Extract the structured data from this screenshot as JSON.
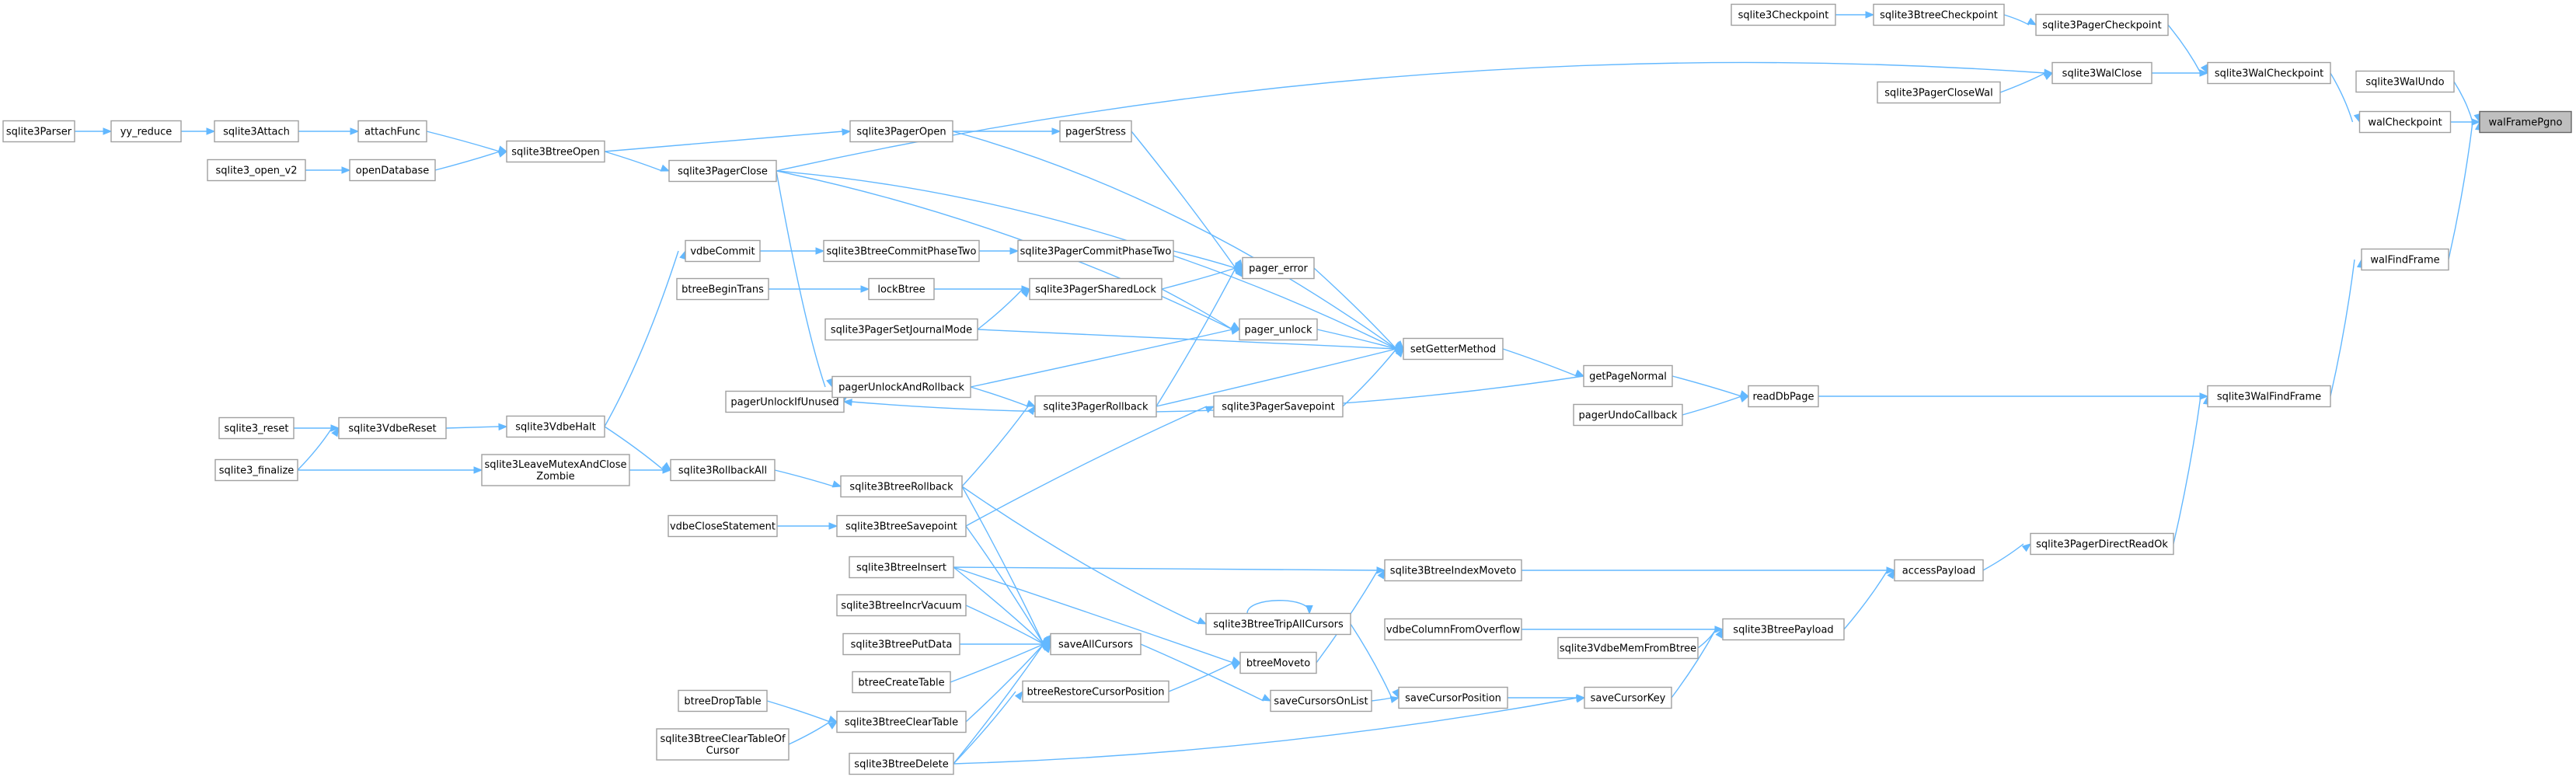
{
  "root": "walFramePgno",
  "nodes": [
    {
      "id": "walFramePgno",
      "label": [
        "walFramePgno"
      ],
      "root": true
    },
    {
      "id": "sqlite3WalUndo",
      "label": [
        "sqlite3WalUndo"
      ]
    },
    {
      "id": "walCheckpoint",
      "label": [
        "walCheckpoint"
      ]
    },
    {
      "id": "walFindFrame",
      "label": [
        "walFindFrame"
      ]
    },
    {
      "id": "sqlite3WalCheckpoint",
      "label": [
        "sqlite3WalCheckpoint"
      ]
    },
    {
      "id": "sqlite3WalClose",
      "label": [
        "sqlite3WalClose"
      ]
    },
    {
      "id": "sqlite3PagerCheckpoint",
      "label": [
        "sqlite3PagerCheckpoint"
      ]
    },
    {
      "id": "sqlite3BtreeCheckpoint",
      "label": [
        "sqlite3BtreeCheckpoint"
      ]
    },
    {
      "id": "sqlite3Checkpoint",
      "label": [
        "sqlite3Checkpoint"
      ]
    },
    {
      "id": "sqlite3PagerCloseWal",
      "label": [
        "sqlite3PagerCloseWal"
      ]
    },
    {
      "id": "sqlite3WalFindFrame",
      "label": [
        "sqlite3WalFindFrame"
      ]
    },
    {
      "id": "readDbPage",
      "label": [
        "readDbPage"
      ]
    },
    {
      "id": "sqlite3PagerDirectReadOk",
      "label": [
        "sqlite3PagerDirectReadOk"
      ]
    },
    {
      "id": "getPageNormal",
      "label": [
        "getPageNormal"
      ]
    },
    {
      "id": "pagerUndoCallback",
      "label": [
        "pagerUndoCallback"
      ]
    },
    {
      "id": "accessPayload",
      "label": [
        "accessPayload"
      ]
    },
    {
      "id": "setGetterMethod",
      "label": [
        "setGetterMethod"
      ]
    },
    {
      "id": "pagerUnlockIfUnused",
      "label": [
        "pagerUnlockIfUnused"
      ]
    },
    {
      "id": "sqlite3BtreeIndexMoveto",
      "label": [
        "sqlite3BtreeIndexMoveto"
      ]
    },
    {
      "id": "sqlite3BtreePayload",
      "label": [
        "sqlite3BtreePayload"
      ]
    },
    {
      "id": "vdbeColumnFromOverflow",
      "label": [
        "vdbeColumnFromOverflow"
      ]
    },
    {
      "id": "sqlite3VdbeMemFromBtree",
      "label": [
        "sqlite3VdbeMemFromBtree"
      ]
    },
    {
      "id": "saveCursorKey",
      "label": [
        "saveCursorKey"
      ]
    },
    {
      "id": "saveCursorPosition",
      "label": [
        "saveCursorPosition"
      ]
    },
    {
      "id": "saveCursorsOnList",
      "label": [
        "saveCursorsOnList"
      ]
    },
    {
      "id": "sqlite3PagerClose",
      "label": [
        "sqlite3PagerClose"
      ]
    },
    {
      "id": "sqlite3PagerOpen",
      "label": [
        "sqlite3PagerOpen"
      ]
    },
    {
      "id": "pagerStress",
      "label": [
        "pagerStress"
      ]
    },
    {
      "id": "pager_error",
      "label": [
        "pager_error"
      ]
    },
    {
      "id": "pager_unlock",
      "label": [
        "pager_unlock"
      ]
    },
    {
      "id": "sqlite3PagerCommitPhaseTwo",
      "label": [
        "sqlite3PagerCommitPhaseTwo"
      ]
    },
    {
      "id": "sqlite3PagerSharedLock",
      "label": [
        "sqlite3PagerSharedLock"
      ]
    },
    {
      "id": "sqlite3PagerRollback",
      "label": [
        "sqlite3PagerRollback"
      ]
    },
    {
      "id": "sqlite3PagerSavepoint",
      "label": [
        "sqlite3PagerSavepoint"
      ]
    },
    {
      "id": "sqlite3BtreeTripAllCursors",
      "label": [
        "sqlite3BtreeTripAllCursors"
      ]
    },
    {
      "id": "btreeMoveto",
      "label": [
        "btreeMoveto"
      ]
    },
    {
      "id": "btreeRestoreCursorPosition",
      "label": [
        "btreeRestoreCursorPosition"
      ]
    },
    {
      "id": "saveAllCursors",
      "label": [
        "saveAllCursors"
      ]
    },
    {
      "id": "sqlite3BtreeCommitPhaseTwo",
      "label": [
        "sqlite3BtreeCommitPhaseTwo"
      ]
    },
    {
      "id": "lockBtree",
      "label": [
        "lockBtree"
      ]
    },
    {
      "id": "sqlite3PagerSetJournalMode",
      "label": [
        "sqlite3PagerSetJournalMode"
      ]
    },
    {
      "id": "pagerUnlockAndRollback",
      "label": [
        "pagerUnlockAndRollback"
      ]
    },
    {
      "id": "sqlite3BtreeOpen",
      "label": [
        "sqlite3BtreeOpen"
      ]
    },
    {
      "id": "attachFunc",
      "label": [
        "attachFunc"
      ]
    },
    {
      "id": "sqlite3Attach",
      "label": [
        "sqlite3Attach"
      ]
    },
    {
      "id": "yy_reduce",
      "label": [
        "yy_reduce"
      ]
    },
    {
      "id": "sqlite3Parser",
      "label": [
        "sqlite3Parser"
      ]
    },
    {
      "id": "openDatabase",
      "label": [
        "openDatabase"
      ]
    },
    {
      "id": "sqlite3_open_v2",
      "label": [
        "sqlite3_open_v2"
      ]
    },
    {
      "id": "vdbeCommit",
      "label": [
        "vdbeCommit"
      ]
    },
    {
      "id": "btreeBeginTrans",
      "label": [
        "btreeBeginTrans"
      ]
    },
    {
      "id": "sqlite3VdbeHalt",
      "label": [
        "sqlite3VdbeHalt"
      ]
    },
    {
      "id": "sqlite3VdbeReset",
      "label": [
        "sqlite3VdbeReset"
      ]
    },
    {
      "id": "sqlite3_reset",
      "label": [
        "sqlite3_reset"
      ]
    },
    {
      "id": "sqlite3_finalize",
      "label": [
        "sqlite3_finalize"
      ]
    },
    {
      "id": "sqlite3LeaveMutexAndCloseZombie",
      "label": [
        "sqlite3LeaveMutexAndClose",
        "Zombie"
      ]
    },
    {
      "id": "sqlite3RollbackAll",
      "label": [
        "sqlite3RollbackAll"
      ]
    },
    {
      "id": "sqlite3BtreeRollback",
      "label": [
        "sqlite3BtreeRollback"
      ]
    },
    {
      "id": "sqlite3BtreeSavepoint",
      "label": [
        "sqlite3BtreeSavepoint"
      ]
    },
    {
      "id": "vdbeCloseStatement",
      "label": [
        "vdbeCloseStatement"
      ]
    },
    {
      "id": "sqlite3BtreeInsert",
      "label": [
        "sqlite3BtreeInsert"
      ]
    },
    {
      "id": "sqlite3BtreeIncrVacuum",
      "label": [
        "sqlite3BtreeIncrVacuum"
      ]
    },
    {
      "id": "sqlite3BtreePutData",
      "label": [
        "sqlite3BtreePutData"
      ]
    },
    {
      "id": "btreeCreateTable",
      "label": [
        "btreeCreateTable"
      ]
    },
    {
      "id": "sqlite3BtreeClearTable",
      "label": [
        "sqlite3BtreeClearTable"
      ]
    },
    {
      "id": "btreeDropTable",
      "label": [
        "btreeDropTable"
      ]
    },
    {
      "id": "sqlite3BtreeClearTableOfCursor",
      "label": [
        "sqlite3BtreeClearTableOf",
        "Cursor"
      ]
    },
    {
      "id": "sqlite3BtreeDelete",
      "label": [
        "sqlite3BtreeDelete"
      ]
    }
  ],
  "edges": [
    [
      "sqlite3WalUndo",
      "walFramePgno"
    ],
    [
      "walCheckpoint",
      "walFramePgno"
    ],
    [
      "walFindFrame",
      "walFramePgno"
    ],
    [
      "sqlite3WalCheckpoint",
      "walCheckpoint"
    ],
    [
      "sqlite3WalClose",
      "sqlite3WalCheckpoint"
    ],
    [
      "sqlite3PagerCheckpoint",
      "sqlite3WalCheckpoint"
    ],
    [
      "sqlite3BtreeCheckpoint",
      "sqlite3PagerCheckpoint"
    ],
    [
      "sqlite3Checkpoint",
      "sqlite3BtreeCheckpoint"
    ],
    [
      "sqlite3PagerCloseWal",
      "sqlite3WalClose"
    ],
    [
      "sqlite3PagerClose",
      "sqlite3WalClose"
    ],
    [
      "sqlite3WalFindFrame",
      "walFindFrame"
    ],
    [
      "readDbPage",
      "sqlite3WalFindFrame"
    ],
    [
      "sqlite3PagerDirectReadOk",
      "sqlite3WalFindFrame"
    ],
    [
      "getPageNormal",
      "readDbPage"
    ],
    [
      "pagerUndoCallback",
      "readDbPage"
    ],
    [
      "accessPayload",
      "sqlite3PagerDirectReadOk"
    ],
    [
      "setGetterMethod",
      "getPageNormal"
    ],
    [
      "getPageNormal",
      "pagerUnlockIfUnused"
    ],
    [
      "sqlite3BtreeIndexMoveto",
      "accessPayload"
    ],
    [
      "sqlite3BtreePayload",
      "accessPayload"
    ],
    [
      "vdbeColumnFromOverflow",
      "sqlite3BtreePayload"
    ],
    [
      "sqlite3VdbeMemFromBtree",
      "sqlite3BtreePayload"
    ],
    [
      "saveCursorKey",
      "sqlite3BtreePayload"
    ],
    [
      "saveCursorPosition",
      "saveCursorKey"
    ],
    [
      "saveCursorsOnList",
      "saveCursorPosition"
    ],
    [
      "sqlite3BtreeTripAllCursors",
      "saveCursorPosition"
    ],
    [
      "sqlite3BtreeDelete",
      "saveCursorKey"
    ],
    [
      "sqlite3PagerClose",
      "setGetterMethod"
    ],
    [
      "sqlite3PagerOpen",
      "setGetterMethod"
    ],
    [
      "pager_error",
      "setGetterMethod"
    ],
    [
      "pager_unlock",
      "setGetterMethod"
    ],
    [
      "sqlite3PagerRollback",
      "setGetterMethod"
    ],
    [
      "sqlite3PagerSavepoint",
      "setGetterMethod"
    ],
    [
      "sqlite3PagerSetJournalMode",
      "setGetterMethod"
    ],
    [
      "sqlite3PagerOpen",
      "pagerStress"
    ],
    [
      "pagerStress",
      "pager_error"
    ],
    [
      "sqlite3PagerCommitPhaseTwo",
      "pager_error"
    ],
    [
      "sqlite3PagerSharedLock",
      "pager_error"
    ],
    [
      "sqlite3PagerRollback",
      "pager_error"
    ],
    [
      "sqlite3PagerClose",
      "pager_unlock"
    ],
    [
      "sqlite3PagerSharedLock",
      "pager_unlock"
    ],
    [
      "pagerUnlockAndRollback",
      "pager_unlock"
    ],
    [
      "sqlite3BtreeCommitPhaseTwo",
      "sqlite3PagerCommitPhaseTwo"
    ],
    [
      "lockBtree",
      "sqlite3PagerSharedLock"
    ],
    [
      "sqlite3PagerSetJournalMode",
      "sqlite3PagerSharedLock"
    ],
    [
      "pagerUnlockAndRollback",
      "sqlite3PagerRollback"
    ],
    [
      "sqlite3BtreeRollback",
      "sqlite3PagerRollback"
    ],
    [
      "sqlite3BtreeSavepoint",
      "sqlite3PagerSavepoint"
    ],
    [
      "sqlite3BtreeTripAllCursors",
      "sqlite3BtreeTripAllCursors"
    ],
    [
      "sqlite3BtreeRollback",
      "sqlite3BtreeTripAllCursors"
    ],
    [
      "btreeMoveto",
      "sqlite3BtreeIndexMoveto"
    ],
    [
      "sqlite3BtreeInsert",
      "sqlite3BtreeIndexMoveto"
    ],
    [
      "btreeRestoreCursorPosition",
      "btreeMoveto"
    ],
    [
      "sqlite3BtreeInsert",
      "btreeMoveto"
    ],
    [
      "saveAllCursors",
      "saveCursorsOnList"
    ],
    [
      "sqlite3BtreeRollback",
      "saveAllCursors"
    ],
    [
      "sqlite3BtreeSavepoint",
      "saveAllCursors"
    ],
    [
      "sqlite3BtreeInsert",
      "saveAllCursors"
    ],
    [
      "sqlite3BtreeIncrVacuum",
      "saveAllCursors"
    ],
    [
      "sqlite3BtreePutData",
      "saveAllCursors"
    ],
    [
      "btreeCreateTable",
      "saveAllCursors"
    ],
    [
      "sqlite3BtreeClearTable",
      "saveAllCursors"
    ],
    [
      "sqlite3BtreeDelete",
      "saveAllCursors"
    ],
    [
      "sqlite3BtreeDelete",
      "btreeRestoreCursorPosition"
    ],
    [
      "vdbeCommit",
      "sqlite3BtreeCommitPhaseTwo"
    ],
    [
      "btreeBeginTrans",
      "lockBtree"
    ],
    [
      "pagerUnlockAndRollback",
      "pagerUnlockIfUnused"
    ],
    [
      "sqlite3PagerClose",
      "pagerUnlockAndRollback"
    ],
    [
      "sqlite3BtreeOpen",
      "sqlite3PagerOpen"
    ],
    [
      "sqlite3BtreeOpen",
      "sqlite3PagerClose"
    ],
    [
      "attachFunc",
      "sqlite3BtreeOpen"
    ],
    [
      "openDatabase",
      "sqlite3BtreeOpen"
    ],
    [
      "sqlite3Attach",
      "attachFunc"
    ],
    [
      "yy_reduce",
      "sqlite3Attach"
    ],
    [
      "sqlite3Parser",
      "yy_reduce"
    ],
    [
      "sqlite3_open_v2",
      "openDatabase"
    ],
    [
      "sqlite3VdbeHalt",
      "vdbeCommit"
    ],
    [
      "sqlite3VdbeHalt",
      "sqlite3RollbackAll"
    ],
    [
      "sqlite3VdbeReset",
      "sqlite3VdbeHalt"
    ],
    [
      "sqlite3_reset",
      "sqlite3VdbeReset"
    ],
    [
      "sqlite3_finalize",
      "sqlite3VdbeReset"
    ],
    [
      "sqlite3_finalize",
      "sqlite3LeaveMutexAndCloseZombie"
    ],
    [
      "sqlite3LeaveMutexAndCloseZombie",
      "sqlite3RollbackAll"
    ],
    [
      "sqlite3RollbackAll",
      "sqlite3BtreeRollback"
    ],
    [
      "vdbeCloseStatement",
      "sqlite3BtreeSavepoint"
    ],
    [
      "btreeDropTable",
      "sqlite3BtreeClearTable"
    ],
    [
      "sqlite3BtreeClearTableOfCursor",
      "sqlite3BtreeClearTable"
    ]
  ]
}
